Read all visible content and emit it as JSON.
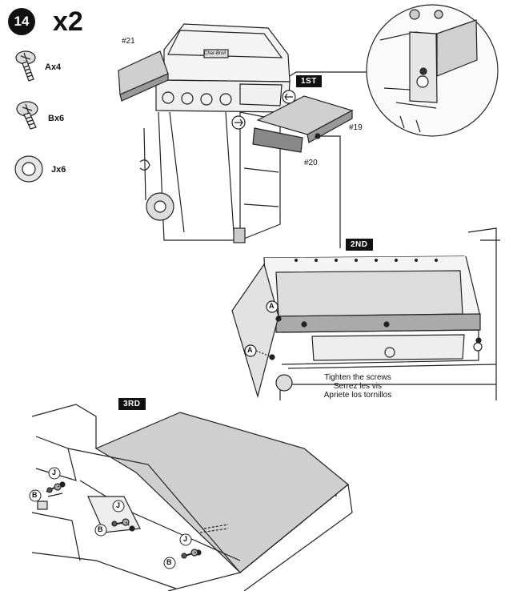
{
  "step": {
    "number": "14",
    "multiplier": "x2"
  },
  "hardware": [
    {
      "id": "A",
      "label": "Ax4"
    },
    {
      "id": "B",
      "label": "Bx6"
    },
    {
      "id": "J",
      "label": "Jx6"
    }
  ],
  "parts": {
    "p21": "#21",
    "p19": "#19",
    "p20": "#20"
  },
  "sequence": {
    "first": "1ST",
    "second": "2ND",
    "third": "3RD"
  },
  "callouts": {
    "a": "A",
    "b": "B",
    "j": "J"
  },
  "tighten": {
    "en": "Tighten the screws",
    "fr": "Serrez les vis",
    "es": "Apriete los tornillos"
  },
  "grill_logo": "Char-Broil"
}
